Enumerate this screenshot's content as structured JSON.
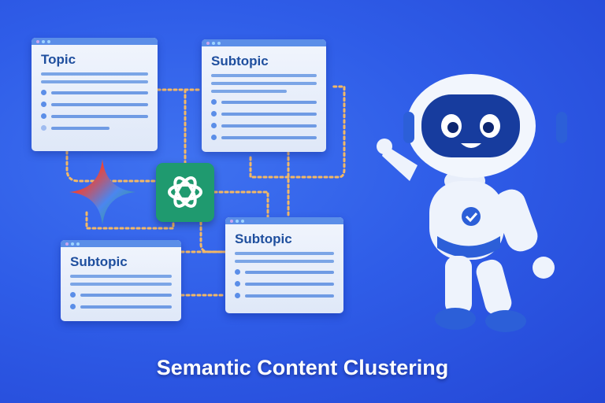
{
  "title": "Semantic Content Clustering",
  "cards": {
    "topic": "Topic",
    "sub1": "Subtopic",
    "sub2": "Subtopic",
    "sub3": "Subtopic"
  },
  "icons": [
    "gemini-star-icon",
    "chatgpt-logo-icon",
    "robot-mascot"
  ],
  "colors": {
    "background": "#2f5de8",
    "connector": "#f2b866",
    "chatgpt": "#1f9a6f"
  }
}
